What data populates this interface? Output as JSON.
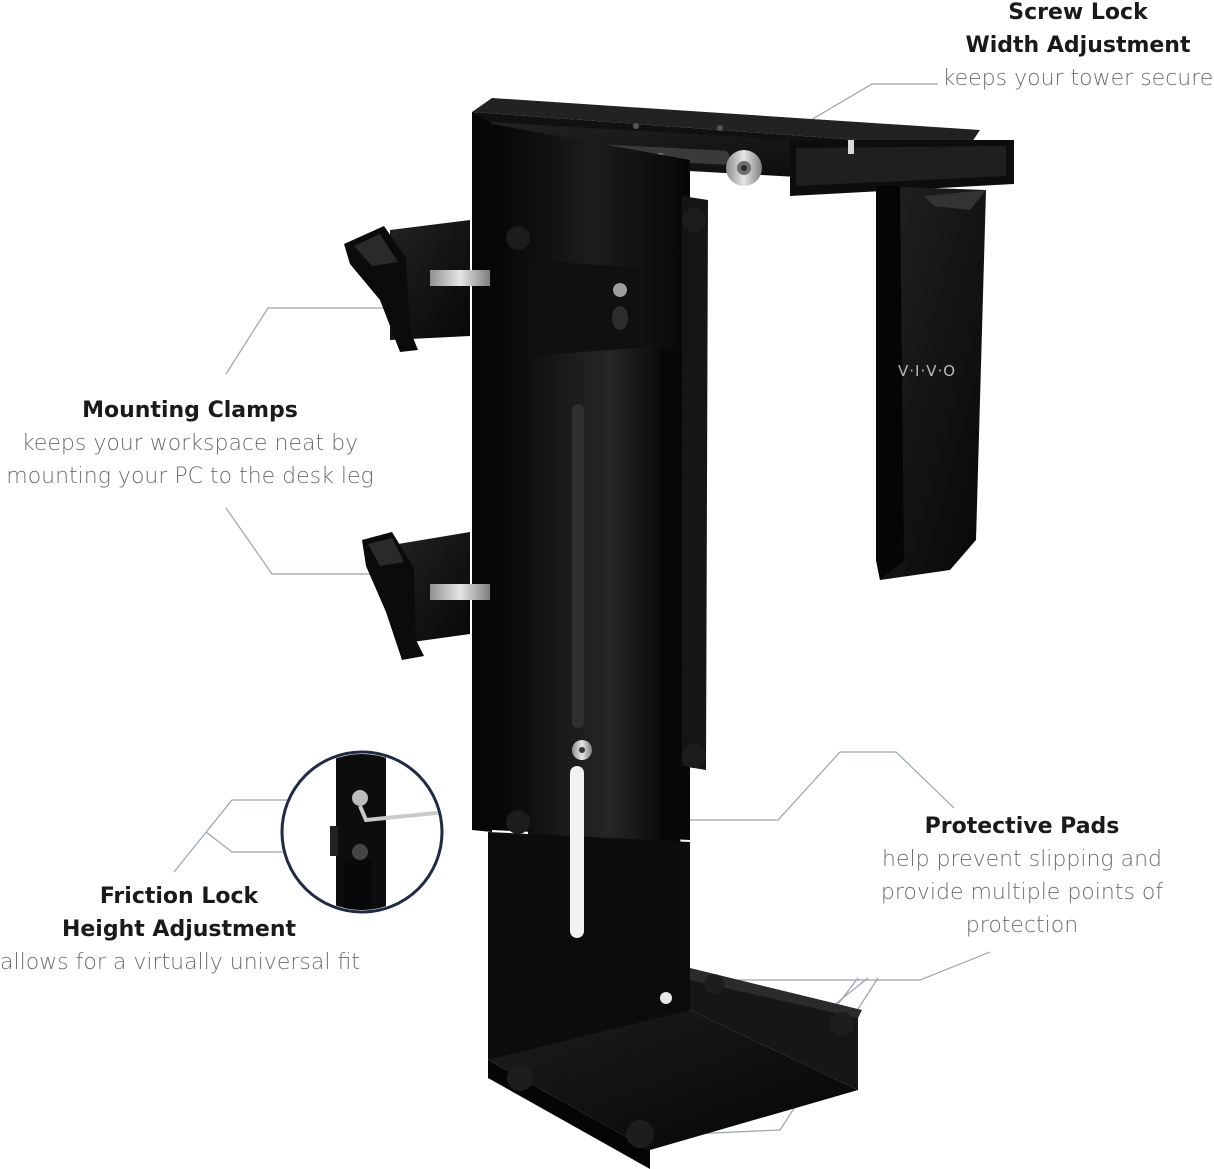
{
  "callouts": {
    "screw_lock": {
      "title_line1": "Screw Lock",
      "title_line2": "Width Adjustment",
      "desc": "keeps your tower secure"
    },
    "mounting_clamps": {
      "title": "Mounting Clamps",
      "desc_line1": "keeps your workspace neat by",
      "desc_line2": "mounting your PC to the desk leg"
    },
    "friction_lock": {
      "title_line1": "Friction Lock",
      "title_line2": "Height Adjustment",
      "desc": "allows for a virtually universal fit"
    },
    "protective_pads": {
      "title": "Protective Pads",
      "desc_line1": "help prevent slipping and",
      "desc_line2": "provide multiple points of",
      "desc_line3": "protection"
    }
  },
  "brand": {
    "logo_text": "V·I·V·O"
  },
  "colors": {
    "metal": "#0e0e0e",
    "metal_highlight": "#2a2a2a",
    "screw": "#c9c9c9",
    "leader_line": "#9aa3ae",
    "inset_ring": "#1f2a44",
    "title_text": "#1a1a1a",
    "desc_text": "#6d6d6d"
  }
}
